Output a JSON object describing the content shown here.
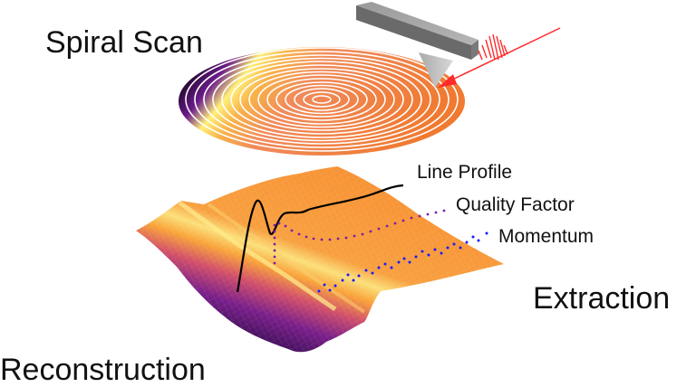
{
  "labels": {
    "spiral_scan": "Spiral Scan",
    "reconstruction": "Reconstruction",
    "extraction": "Extraction",
    "line_profile": "Line Profile",
    "quality_factor": "Quality Factor",
    "momentum": "Momentum"
  },
  "elements": {
    "spiral_disc": {
      "description": "spiral-scan sample points on disc",
      "colormap": "inferno"
    },
    "cantilever": {
      "description": "AFM cantilever with tip",
      "color": "#8a8a8a"
    },
    "laser_pulse": {
      "description": "red laser wave packet with arrow",
      "color": "#ff2a2a"
    },
    "surface": {
      "description": "reconstructed 3D surface",
      "colormap": "inferno"
    }
  },
  "colors": {
    "text": "#111111",
    "line_profile": "#000000",
    "quality_factor_dots": "#7a1fa2",
    "momentum_dots": "#1a1aff",
    "laser": "#ff2a2a",
    "surface_orange": "#f7903a",
    "surface_yellow": "#fbe07a",
    "surface_purple": "#5b1a7a",
    "surface_dark": "#1a1020"
  }
}
